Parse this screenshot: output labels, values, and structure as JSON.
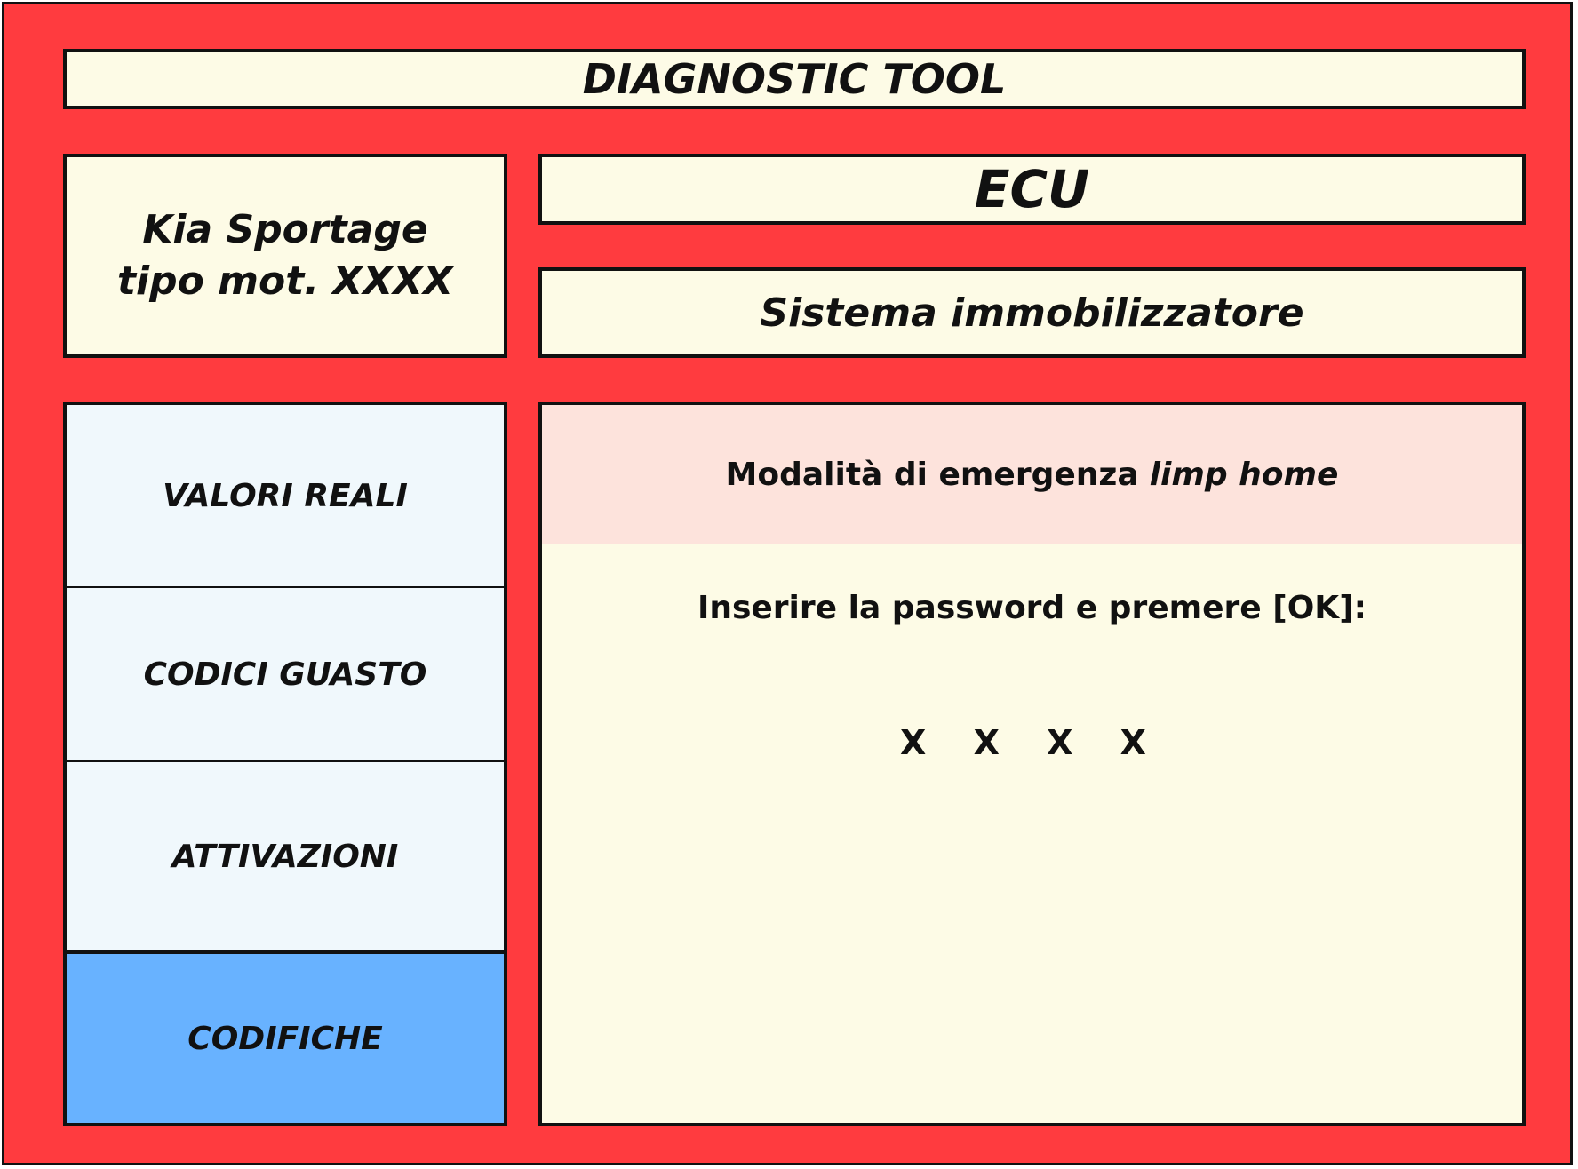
{
  "header": {
    "title": "DIAGNOSTIC TOOL"
  },
  "vehicle": {
    "line1": "Kia Sportage",
    "line2": "tipo mot. XXXX"
  },
  "ecu": {
    "label": "ECU"
  },
  "system": {
    "label": "Sistema immobilizzatore"
  },
  "menu": {
    "items": [
      {
        "label": "VALORI REALI",
        "active": false
      },
      {
        "label": "CODICI GUASTO",
        "active": false
      },
      {
        "label": "ATTIVAZIONI",
        "active": false
      },
      {
        "label": "CODIFICHE",
        "active": true
      }
    ]
  },
  "panel": {
    "header_text": "Modalità di emergenza",
    "header_emphasis": "limp home",
    "prompt": "Inserire la password e premere [OK]:",
    "password_value": "X X X X"
  },
  "colors": {
    "frame": "#ff3b3f",
    "box": "#fdfbe6",
    "menu_bg": "#f0f8fc",
    "menu_active": "#68b2ff",
    "panel_header": "#fde3dc"
  }
}
